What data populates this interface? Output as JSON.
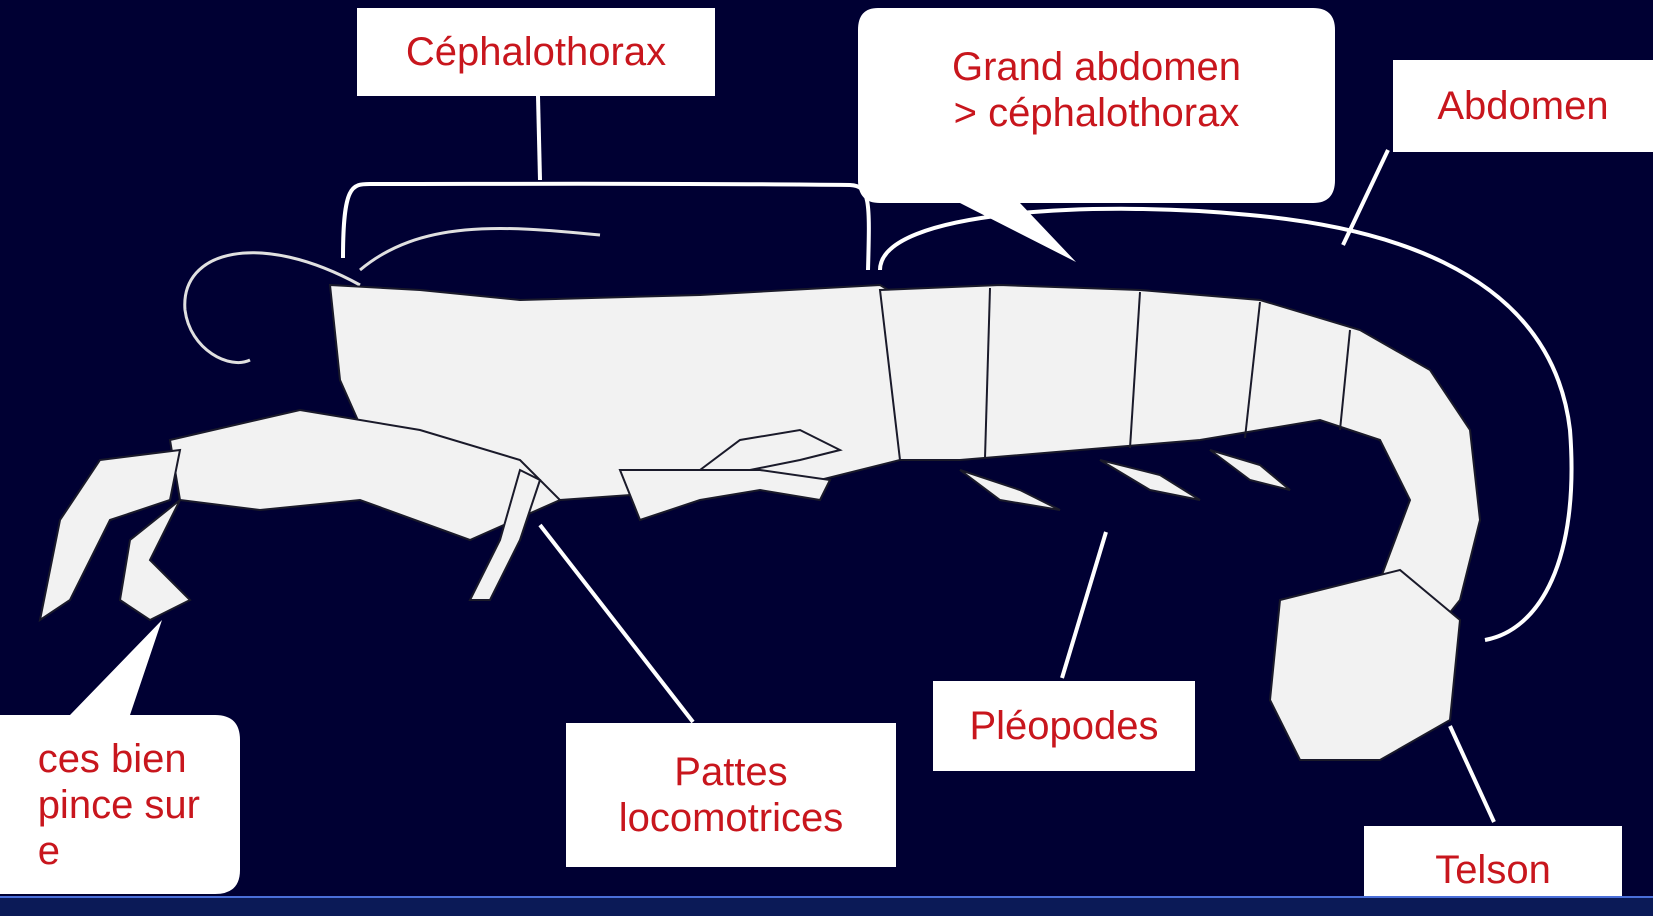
{
  "labels": {
    "cephalothorax": "Céphalothorax",
    "grand_abdomen": "Grand abdomen\n>  céphalothorax",
    "abdomen": "Abdomen",
    "pinces": "ces bien\n pince sur\ne",
    "pattes": "Pattes\nlocomotrices",
    "pleopodes": "Pléopodes",
    "telson": "Telson"
  },
  "colors": {
    "background": "#000033",
    "label_text": "#c8161d",
    "label_box": "#ffffff",
    "lines": "#ffffff",
    "drawing": "#f2f2f2"
  }
}
